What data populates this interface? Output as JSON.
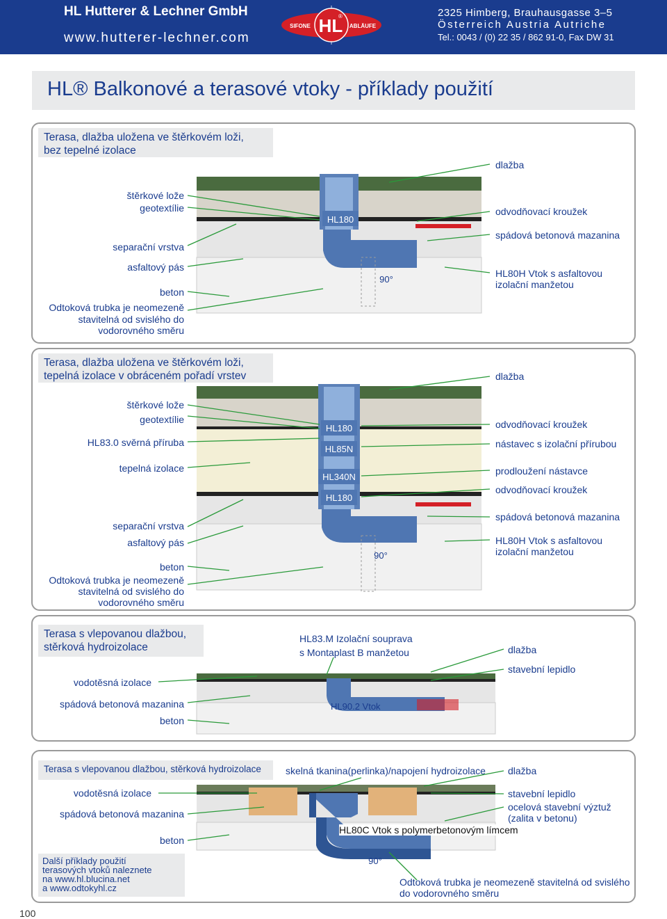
{
  "header": {
    "company": "HL Hutterer & Lechner GmbH",
    "website": "www.hutterer-lechner.com",
    "address_line1": "2325 Himberg, Brauhausgasse 3–5",
    "address_line2": "Österreich Austria Autriche",
    "address_line3": "Tel.: 0043 / (0) 22 35 / 862 91-0, Fax DW 31",
    "logo": {
      "left": "SIFONE",
      "center": "HL",
      "reg": "®",
      "right": "ABLÄUFE"
    }
  },
  "title": "HL® Balkonové a terasové vtoky - příklady použití",
  "panels": [
    {
      "title_line1": "Terasa, dlažba uložena ve štěrkovém loži,",
      "title_line2": "bez tepelné izolace",
      "left": [
        "štěrkové lože",
        "geotextílie",
        "separační vrstva",
        "asfaltový pás",
        "beton",
        "Odtoková trubka je neomezeně",
        "stavitelná od svislého do",
        "vodorovného směru"
      ],
      "right": [
        "dlažba",
        "odvodňovací kroužek",
        "spádová betonová mazanina",
        "HL80H Vtok s asfaltovou",
        "izolační manžetou"
      ],
      "inner": [
        "HL180",
        "90°"
      ]
    },
    {
      "title_line1": "Terasa, dlažba uložena ve štěrkovém loži,",
      "title_line2": "tepelná izolace v obráceném pořadí vrstev",
      "left": [
        "štěrkové lože",
        "geotextílie",
        "HL83.0 svěrná příruba",
        "tepelná izolace",
        "separační vrstva",
        "asfaltový pás",
        "beton",
        "Odtoková trubka je neomezeně",
        "stavitelná od svislého do",
        "vodorovného směru"
      ],
      "right": [
        "dlažba",
        "odvodňovací kroužek",
        "nástavec s izolační přírubou",
        "prodloužení nástavce",
        "odvodňovací kroužek",
        "spádová betonová mazanina",
        "HL80H Vtok s asfaltovou",
        "izolační manžetou"
      ],
      "inner": [
        "HL180",
        "HL85N",
        "HL340N",
        "HL180",
        "90°"
      ]
    },
    {
      "title_line1": "Terasa s vlepovanou dlažbou,",
      "title_line2": "stěrková hydroizolace",
      "left": [
        "vodotěsná izolace",
        "spádová betonová mazanina",
        "beton"
      ],
      "top": [
        "HL83.M Izolační souprava",
        "s Montaplast B manžetou"
      ],
      "right": [
        "dlažba",
        "stavební lepidlo"
      ],
      "inner": [
        "HL90.2 Vtok"
      ]
    },
    {
      "title": "Terasa s vlepovanou dlažbou, stěrková hydroizolace",
      "top": "skelná tkanina(perlinka)/napojení hydroizolace",
      "left": [
        "vodotěsná izolace",
        "spádová betonová mazanina",
        "beton"
      ],
      "right": [
        "dlažba",
        "stavební lepidlo",
        "ocelová stavební výztuž",
        "(zalita v betonu)"
      ],
      "inner": [
        "HL80C Vtok s polymerbetonovým límcem",
        "90°"
      ],
      "bottom": [
        "Odtoková trubka je neomezeně stavitelná od svislého",
        "do vodorovného směru"
      ],
      "note": [
        "Další příklady použití",
        "terasových vtoků naleznete",
        "na www.hl.blucina.net",
        "a www.odtokyhl.cz"
      ]
    }
  ],
  "page_number": "100",
  "colors": {
    "brand_blue": "#1a3c8e",
    "logo_red": "#d42027",
    "panel_grey": "#e9eaeb"
  }
}
